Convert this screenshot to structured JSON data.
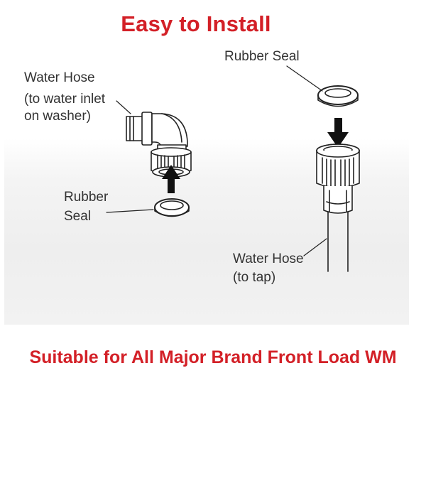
{
  "header": {
    "title": "Easy to Install"
  },
  "diagram": {
    "left": {
      "hose_label_line1": "Water Hose",
      "hose_label_line2": "(to water inlet",
      "hose_label_line3": "on washer)",
      "seal_label_line1": "Rubber",
      "seal_label_line2": "Seal"
    },
    "right": {
      "seal_label": "Rubber Seal",
      "hose_label_line1": "Water Hose",
      "hose_label_line2": "(to tap)"
    }
  },
  "footer": {
    "tagline": "Suitable for All Major Brand Front Load WM"
  },
  "colors": {
    "accent_red": "#d32027",
    "line_art": "#222222",
    "label_text": "#333333"
  }
}
